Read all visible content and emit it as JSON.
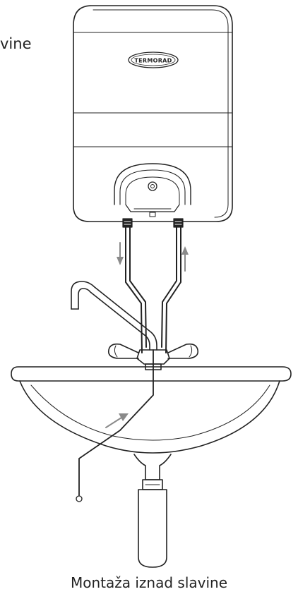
{
  "partial_label": "vine",
  "brand_badge": "TERMORAD",
  "caption": "Montaža iznad slavine",
  "colors": {
    "outline": "#222222",
    "arrow": "#8a8a8a",
    "background": "#ffffff"
  }
}
